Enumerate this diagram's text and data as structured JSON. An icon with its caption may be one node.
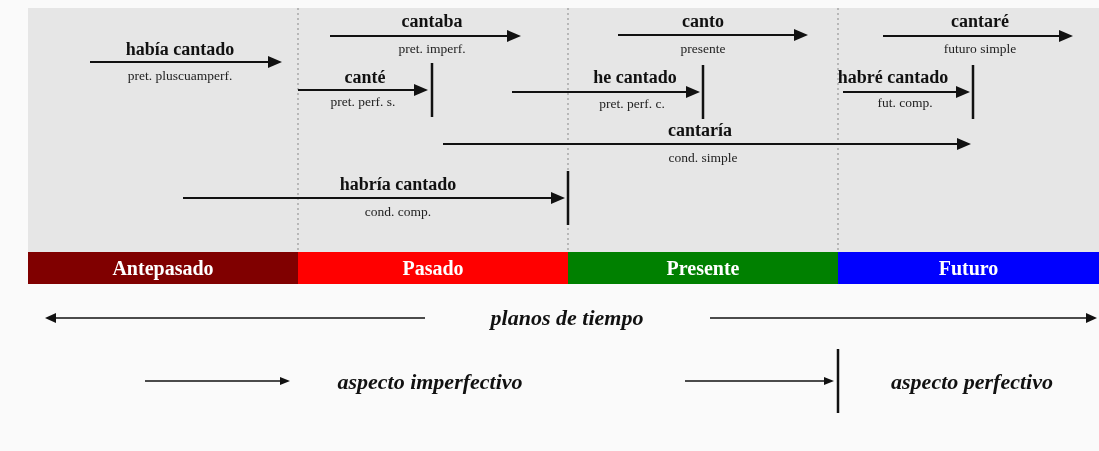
{
  "diagram": {
    "nodes": [
      {
        "text": [
          "Antepasado"
        ]
      },
      {
        "text": [
          "Pasado"
        ]
      },
      {
        "text": [
          "Presente"
        ]
      },
      {
        "text": [
          "Futuro"
        ]
      }
    ],
    "labels": [
      "cantaba",
      "pret. imperf.",
      "canto",
      "presente",
      "cantaré",
      "futuro simple",
      "había cantado",
      "pret. pluscuamperf.",
      "canté",
      "pret. perf. s.",
      "he cantado",
      "pret. perf. c.",
      "habré cantado",
      "fut. comp.",
      "cantaría",
      "cond. simple",
      "habría cantado",
      "cond. comp.",
      "planos de tiempo",
      "aspecto imperfectivo",
      "aspecto perfectivo"
    ]
  }
}
